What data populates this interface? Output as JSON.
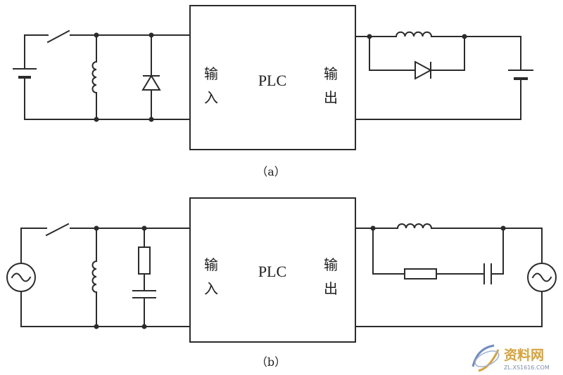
{
  "diagram_a": {
    "input_label_1": "输",
    "input_label_2": "入",
    "plc_label": "PLC",
    "output_label_1": "输",
    "output_label_2": "出",
    "caption": "（a）"
  },
  "diagram_b": {
    "input_label_1": "输",
    "input_label_2": "入",
    "plc_label": "PLC",
    "output_label_1": "输",
    "output_label_2": "出",
    "caption": "（b）"
  },
  "watermark": {
    "name": "资料网",
    "url": "ZL.XS1616.COM",
    "icon": "swirl-logo-icon"
  },
  "colors": {
    "line": "#2b2b2b",
    "background": "#ffffff",
    "watermark_gold": "#d8a23a",
    "watermark_blue": "#7a8fb0"
  }
}
